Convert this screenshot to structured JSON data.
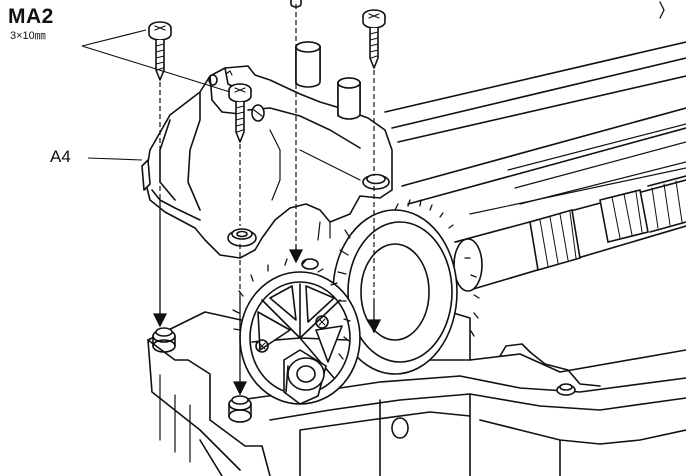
{
  "fastener_callout": {
    "code": "MA2",
    "spec": "3×10㎜"
  },
  "part_callout": {
    "label": "A4"
  }
}
